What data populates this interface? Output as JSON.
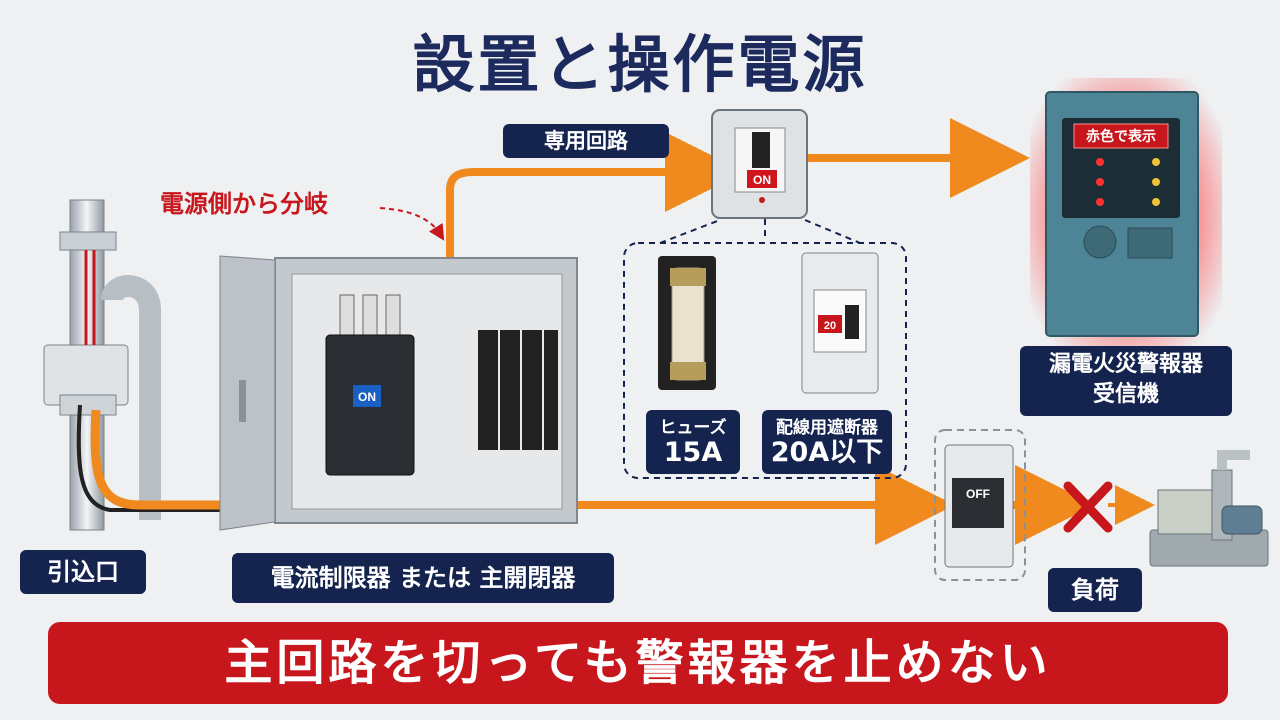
{
  "title": "設置と操作電源",
  "labels": {
    "dedicated_circuit": "専用回路",
    "branch_note": "電源側から分岐",
    "service_entrance": "引込口",
    "current_limiter": "電流制限器 または 主開閉器",
    "receiver": "漏電火災警報器\n受信機",
    "load": "負荷",
    "fuse_name": "ヒューズ",
    "fuse_rating": "15A",
    "breaker_name": "配線用遮断器",
    "breaker_rating": "20A以下"
  },
  "switch_states": {
    "dedicated_switch": "ON",
    "main_breaker": "ON",
    "load_switch": "OFF"
  },
  "breaker_marking": "20",
  "receiver_display": "赤色で表示",
  "banner": "主回路を切っても警報器を止めない",
  "colors": {
    "navy": "#14244f",
    "red": "#c8161d",
    "orange": "#f08a1e",
    "panel_gray": "#b9bec4",
    "receiver_teal": "#4e8596"
  }
}
